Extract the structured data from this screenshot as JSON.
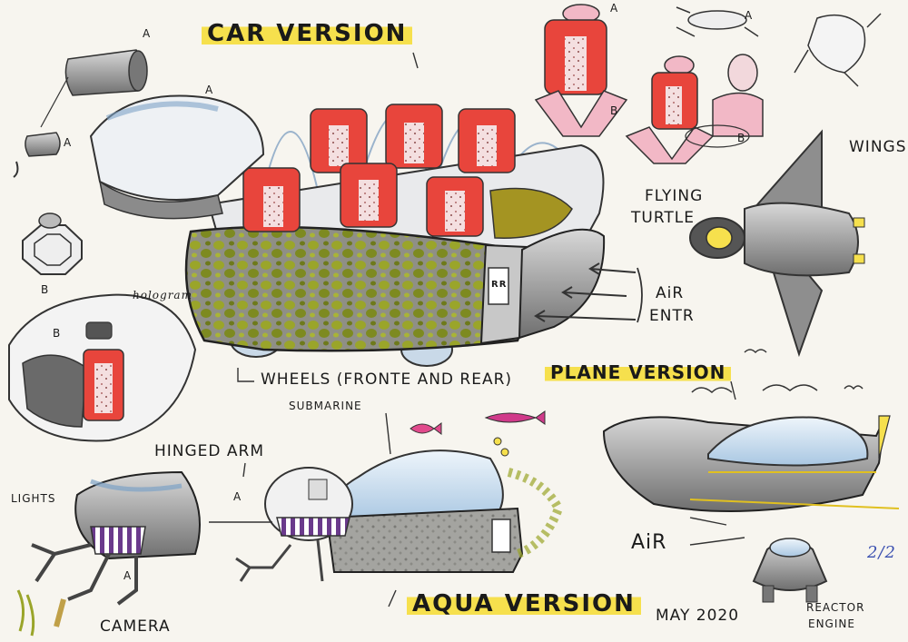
{
  "headings": {
    "car": "CAR VERSION",
    "plane": "PLANE VERSION",
    "aqua": "AQUA VERSION"
  },
  "labels": {
    "wings": "WINGS",
    "flying_turtle_1": "FLYING",
    "flying_turtle_2": "TURTLE",
    "air_entr_1": "AiR",
    "air_entr_2": "ENTR",
    "wheels": "WHEELS (FRONTE AND REAR)",
    "submarine": "SUBMARINE",
    "hinged_arm": "HINGED ARM",
    "lights": "LIGHTS",
    "camera": "CAMERA",
    "hologram": "hologram",
    "air": "AiR",
    "reactor_1": "REACTOR",
    "reactor_2": "ENGINE",
    "date": "MAY 2020",
    "page": "2/2",
    "marker_a": "A",
    "marker_b": "B",
    "logo_text": "RR"
  },
  "colors": {
    "seat_red": "#e8453c",
    "seat_pink": "#f2b8c6",
    "moss_green": "#9aa52a",
    "olive": "#a49422",
    "body_grey": "#9a9a9a",
    "glass_blue": "#b9d4ea",
    "highlight_yellow": "#f6e04d",
    "stripe_purple": "#6a3a8c"
  }
}
